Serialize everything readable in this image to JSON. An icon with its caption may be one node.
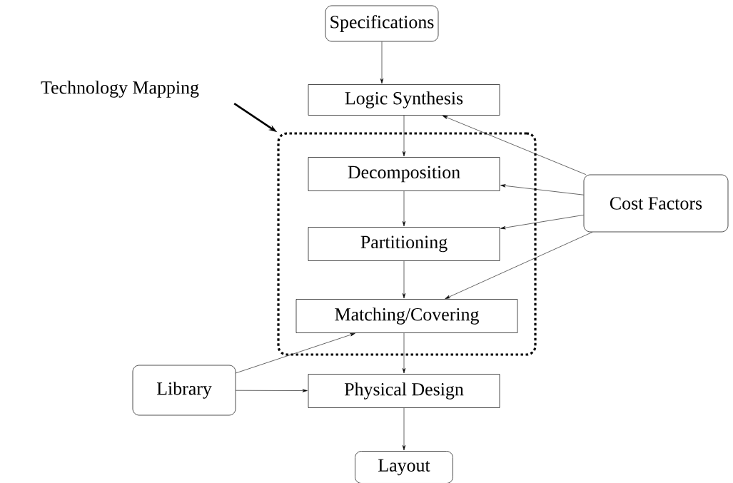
{
  "diagram": {
    "nodes": [
      {
        "text": [
          "Specifications"
        ]
      },
      {
        "text": [
          "Technology Mapping"
        ]
      },
      {
        "text": [
          "Logic Synthesis"
        ]
      },
      {
        "text": [],
        "shape": "box"
      },
      {
        "text": [
          "Decomposition"
        ],
        "in": 3
      },
      {
        "text": [
          "Partitioning"
        ],
        "in": 3
      },
      {
        "text": [
          "Matching/Covering"
        ],
        "in": 3
      },
      {
        "text": [
          "Cost Factors"
        ]
      },
      {
        "text": [
          "Library"
        ]
      },
      {
        "text": [
          "Physical Design"
        ]
      },
      {
        "text": [
          "Layout"
        ]
      }
    ],
    "edges": [
      {
        "from": 0,
        "to": 2,
        "arrow": "to"
      },
      {
        "from": 1,
        "to": 3,
        "arrow": "to",
        "style": "thick"
      },
      {
        "from": 2,
        "to": 4,
        "arrow": "to"
      },
      {
        "from": 4,
        "to": 5,
        "arrow": "to"
      },
      {
        "from": 5,
        "to": 6,
        "arrow": "to"
      },
      {
        "from": 6,
        "to": 9,
        "arrow": "to"
      },
      {
        "from": 9,
        "to": 10,
        "arrow": "to"
      },
      {
        "from": 7,
        "to": 2,
        "arrow": "to"
      },
      {
        "from": 7,
        "to": 4,
        "arrow": "to"
      },
      {
        "from": 7,
        "to": 5,
        "arrow": "to"
      },
      {
        "from": 7,
        "to": 6,
        "arrow": "to"
      },
      {
        "from": 8,
        "to": 6,
        "arrow": "to"
      },
      {
        "from": 8,
        "to": 9,
        "arrow": "to"
      }
    ]
  }
}
